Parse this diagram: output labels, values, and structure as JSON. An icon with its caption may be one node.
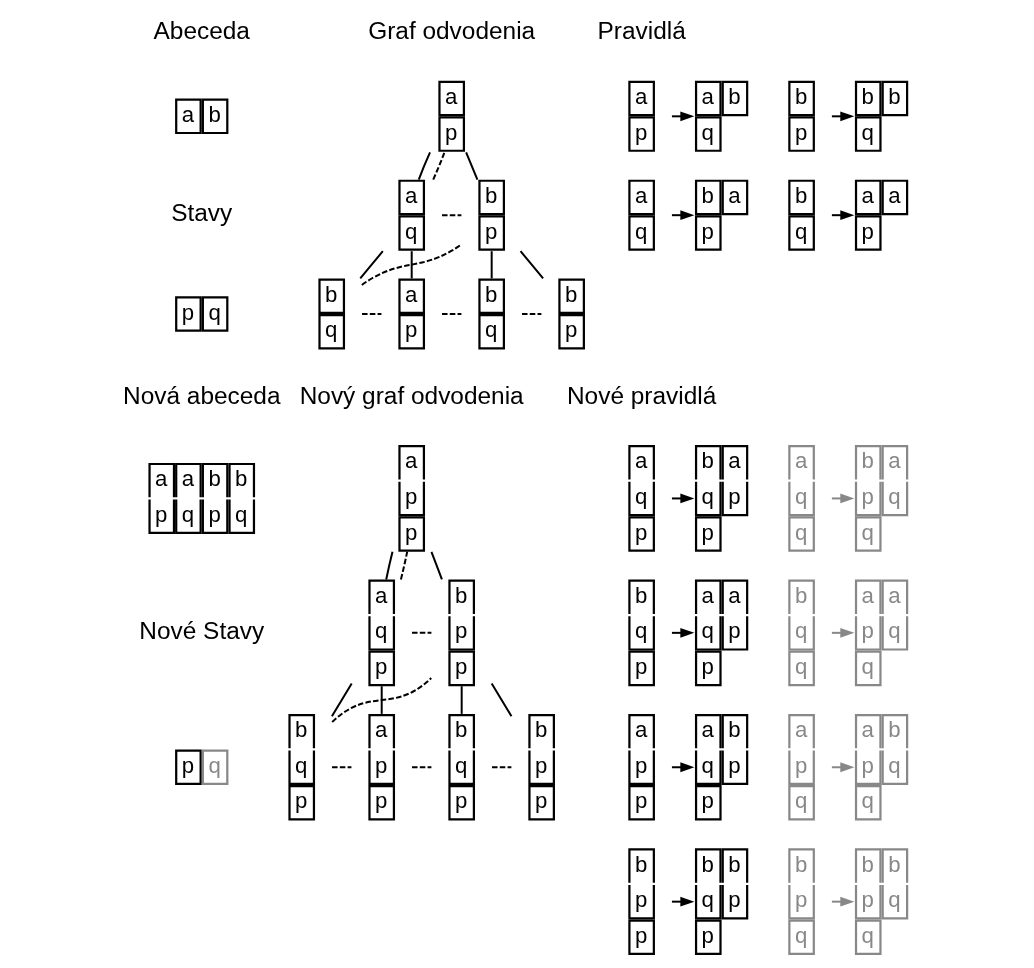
{
  "diagram": {
    "nodes": [
      {
        "text": [
          "a",
          "b"
        ]
      },
      {
        "text": [
          "p",
          "q"
        ]
      },
      {
        "text": [
          "a",
          "p"
        ]
      },
      {
        "text": [
          "a",
          "q"
        ]
      },
      {
        "text": [
          "b",
          "p"
        ]
      },
      {
        "text": [
          "b",
          "q"
        ]
      },
      {
        "text": [
          "a",
          "p"
        ]
      },
      {
        "text": [
          "b",
          "q"
        ]
      },
      {
        "text": [
          "b",
          "p"
        ]
      },
      {
        "text": [
          "a",
          "p"
        ]
      },
      {
        "text": [
          "a",
          "b",
          "q"
        ]
      },
      {
        "text": [
          "b",
          "p"
        ]
      },
      {
        "text": [
          "b",
          "b",
          "q"
        ]
      },
      {
        "text": [
          "a",
          "q"
        ]
      },
      {
        "text": [
          "b",
          "a",
          "p"
        ]
      },
      {
        "text": [
          "b",
          "q"
        ]
      },
      {
        "text": [
          "a",
          "a",
          "p"
        ]
      },
      {
        "text": [
          "a",
          "a",
          "b",
          "b",
          "p",
          "q",
          "p",
          "q"
        ]
      },
      {
        "text": [
          "p",
          "q"
        ]
      },
      {
        "text": [
          "a",
          "p",
          "p"
        ]
      },
      {
        "text": [
          "a",
          "q",
          "p"
        ]
      },
      {
        "text": [
          "b",
          "p",
          "p"
        ]
      },
      {
        "text": [
          "b",
          "q",
          "p"
        ]
      },
      {
        "text": [
          "a",
          "p",
          "p"
        ]
      },
      {
        "text": [
          "b",
          "q",
          "p"
        ]
      },
      {
        "text": [
          "b",
          "p",
          "p"
        ]
      },
      {
        "text": [
          "a",
          "q",
          "p"
        ]
      },
      {
        "text": [
          "b",
          "a",
          "q",
          "p",
          "p"
        ]
      },
      {
        "text": [
          "a",
          "q",
          "q"
        ]
      },
      {
        "text": [
          "b",
          "a",
          "p",
          "q",
          "q"
        ]
      },
      {
        "text": [
          "b",
          "q",
          "p"
        ]
      },
      {
        "text": [
          "a",
          "a",
          "q",
          "p",
          "p"
        ]
      },
      {
        "text": [
          "b",
          "q",
          "q"
        ]
      },
      {
        "text": [
          "a",
          "a",
          "p",
          "q",
          "q"
        ]
      },
      {
        "text": [
          "a",
          "p",
          "p"
        ]
      },
      {
        "text": [
          "a",
          "b",
          "q",
          "p",
          "p"
        ]
      },
      {
        "text": [
          "a",
          "p",
          "q"
        ]
      },
      {
        "text": [
          "a",
          "b",
          "p",
          "q",
          "q"
        ]
      },
      {
        "text": [
          "b",
          "p",
          "p"
        ]
      },
      {
        "text": [
          "b",
          "b",
          "q",
          "p",
          "p"
        ]
      },
      {
        "text": [
          "b",
          "p",
          "q"
        ]
      },
      {
        "text": [
          "b",
          "b",
          "p",
          "q",
          "q"
        ]
      }
    ],
    "edges": [
      {
        "from": 2,
        "to": 3,
        "arrow": "none"
      },
      {
        "from": 2,
        "to": 4,
        "arrow": "none"
      },
      {
        "from": 3,
        "to": 5,
        "arrow": "none"
      },
      {
        "from": 3,
        "to": 6,
        "arrow": "none"
      },
      {
        "from": 4,
        "to": 7,
        "arrow": "none"
      },
      {
        "from": 4,
        "to": 8,
        "arrow": "none"
      },
      {
        "from": 3,
        "to": 2,
        "arrow": "none",
        "style": "dashed"
      },
      {
        "from": 3,
        "to": 4,
        "arrow": "none",
        "style": "dashed"
      },
      {
        "from": 5,
        "to": 4,
        "arrow": "none",
        "style": "dashed"
      },
      {
        "from": 5,
        "to": 6,
        "arrow": "none",
        "style": "dashed"
      },
      {
        "from": 6,
        "to": 7,
        "arrow": "none",
        "style": "dashed"
      },
      {
        "from": 7,
        "to": 8,
        "arrow": "none",
        "style": "dashed"
      },
      {
        "from": 9,
        "to": 10,
        "arrow": "to"
      },
      {
        "from": 11,
        "to": 12,
        "arrow": "to"
      },
      {
        "from": 13,
        "to": 14,
        "arrow": "to"
      },
      {
        "from": 15,
        "to": 16,
        "arrow": "to"
      },
      {
        "from": 19,
        "to": 20,
        "arrow": "none"
      },
      {
        "from": 19,
        "to": 21,
        "arrow": "none"
      },
      {
        "from": 20,
        "to": 22,
        "arrow": "none"
      },
      {
        "from": 20,
        "to": 23,
        "arrow": "none"
      },
      {
        "from": 21,
        "to": 24,
        "arrow": "none"
      },
      {
        "from": 21,
        "to": 25,
        "arrow": "none"
      },
      {
        "from": 20,
        "to": 19,
        "arrow": "none",
        "style": "dashed"
      },
      {
        "from": 20,
        "to": 21,
        "arrow": "none",
        "style": "dashed"
      },
      {
        "from": 22,
        "to": 21,
        "arrow": "none",
        "style": "dashed"
      },
      {
        "from": 22,
        "to": 23,
        "arrow": "none",
        "style": "dashed"
      },
      {
        "from": 23,
        "to": 24,
        "arrow": "none",
        "style": "dashed"
      },
      {
        "from": 24,
        "to": 25,
        "arrow": "none",
        "style": "dashed"
      },
      {
        "from": 26,
        "to": 27,
        "arrow": "to"
      },
      {
        "from": 28,
        "to": 29,
        "arrow": "to",
        "color": "#888888"
      },
      {
        "from": 30,
        "to": 31,
        "arrow": "to"
      },
      {
        "from": 32,
        "to": 33,
        "arrow": "to",
        "color": "#888888"
      },
      {
        "from": 34,
        "to": 35,
        "arrow": "to"
      },
      {
        "from": 36,
        "to": 37,
        "arrow": "to",
        "color": "#888888"
      },
      {
        "from": 38,
        "to": 39,
        "arrow": "to"
      },
      {
        "from": 40,
        "to": 41,
        "arrow": "to",
        "color": "#888888"
      }
    ],
    "labels": [
      "Abeceda",
      "Graf odvodenia",
      "Pravidlá",
      "Stavy",
      "Nová abeceda",
      "Nový graf odvodenia",
      "Nové pravidlá",
      "Nové Stavy"
    ]
  }
}
